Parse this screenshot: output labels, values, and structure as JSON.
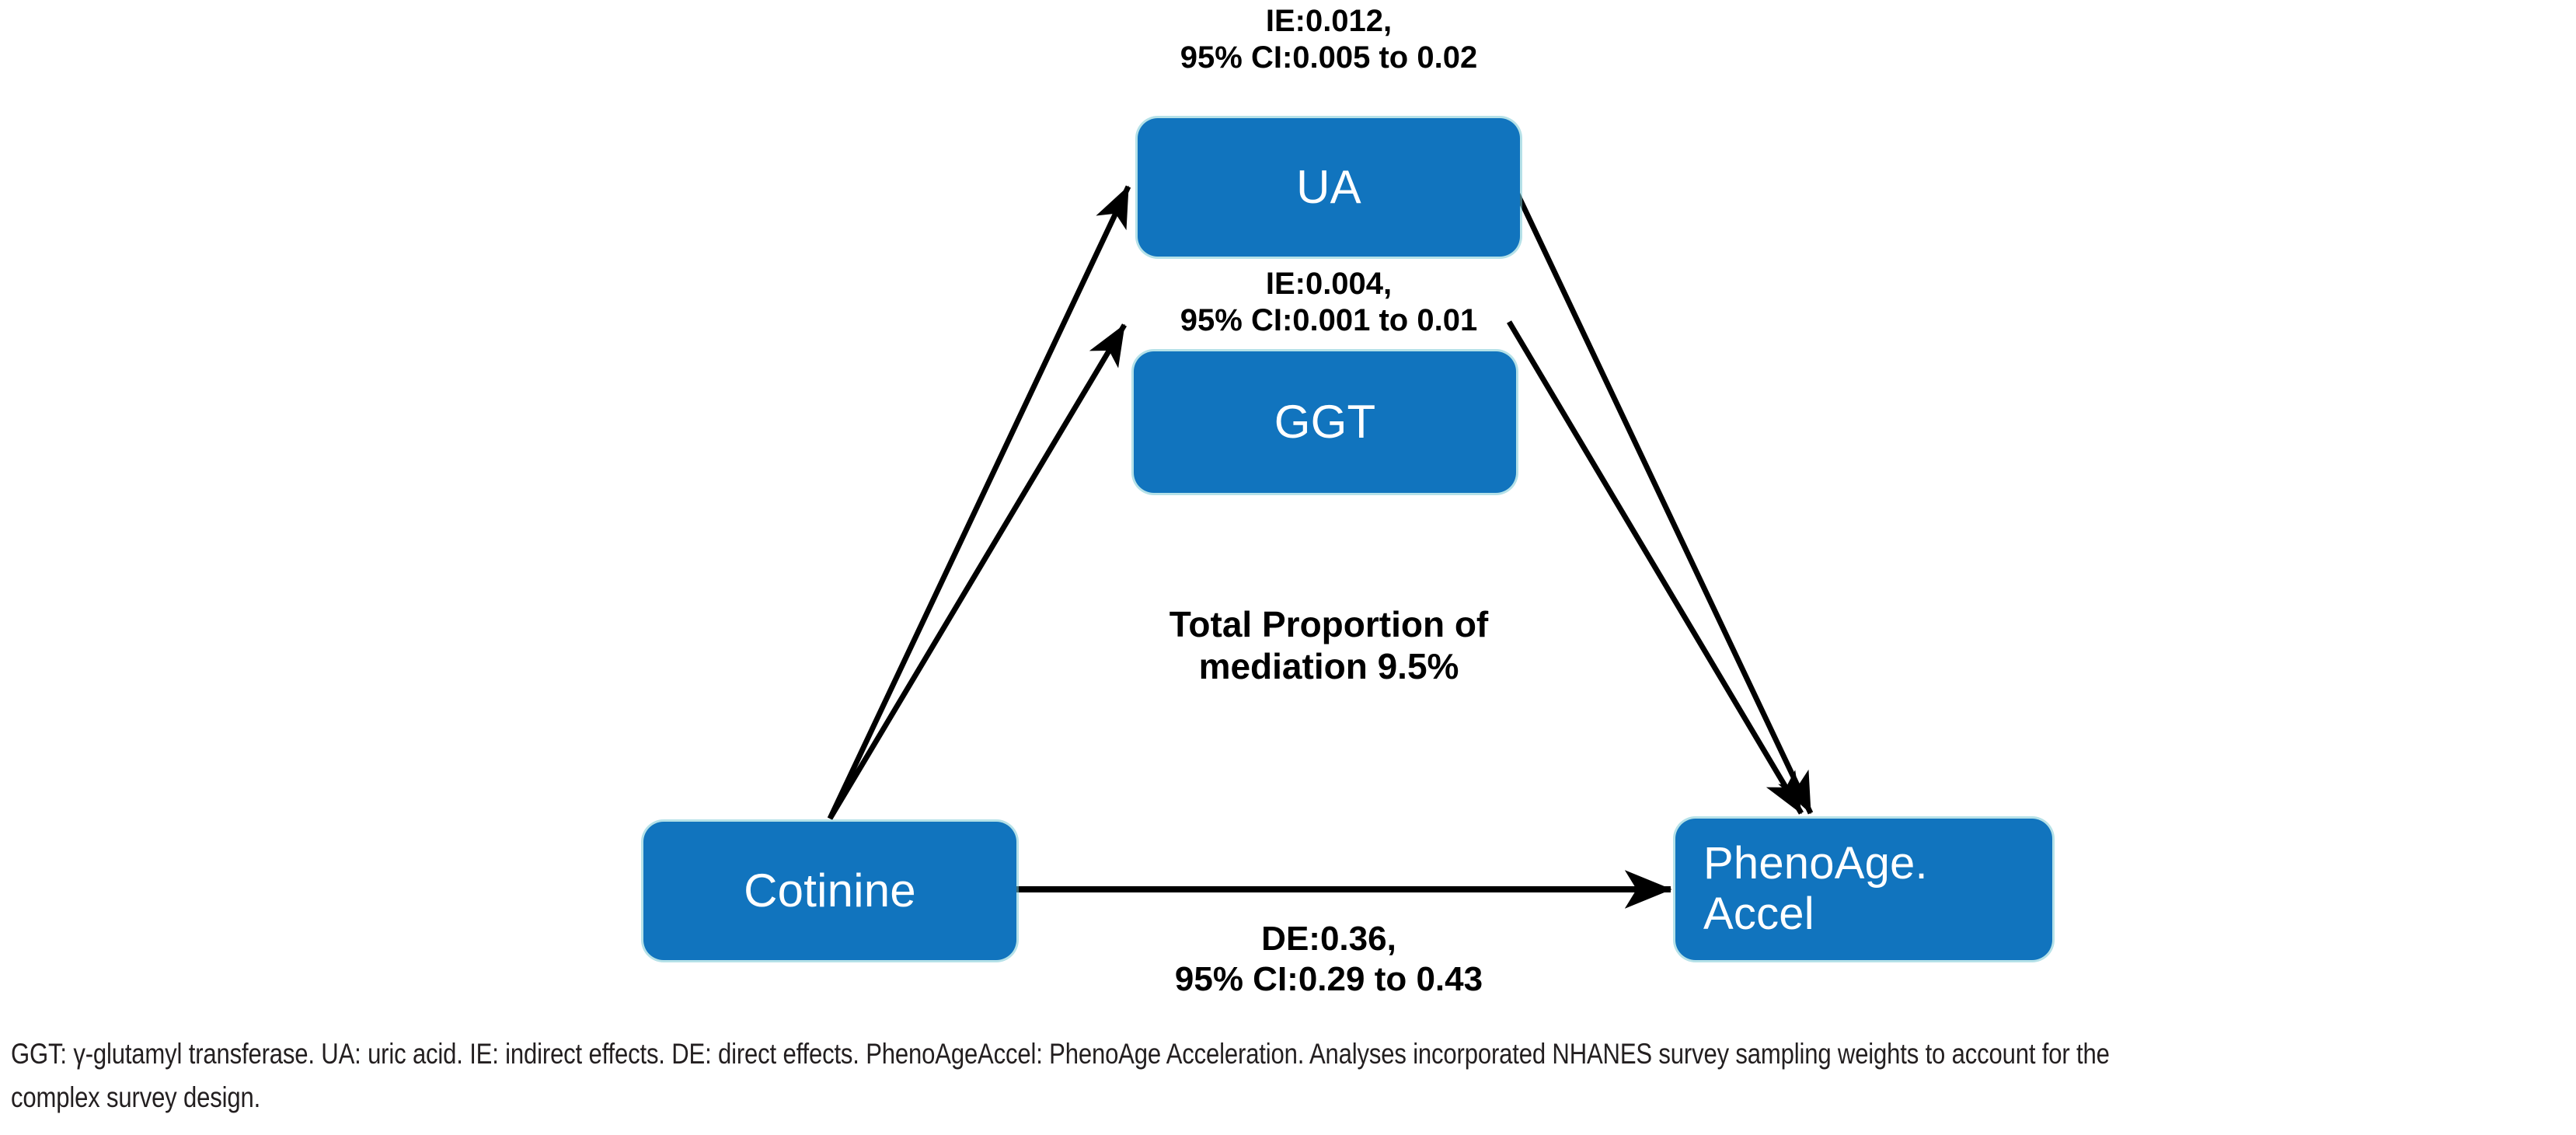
{
  "figure": {
    "type": "mediation-diagram",
    "accent_color": "#1174be",
    "node_text_color": "#ffffff",
    "label_text_color": "#000000",
    "arrow_color": "#000000"
  },
  "nodes": {
    "exposure": {
      "id": "cotinine",
      "label": "Cotinine"
    },
    "mediator_1": {
      "id": "ua",
      "label": "UA"
    },
    "mediator_2": {
      "id": "ggt",
      "label": "GGT"
    },
    "outcome": {
      "id": "phenoage-accel",
      "label": "PhenoAge.\nAccel"
    }
  },
  "edge_labels": {
    "indirect_ua": "IE:0.012,\n95% CI:0.005 to 0.02",
    "indirect_ggt": "IE:0.004,\n95% CI:0.001 to 0.01",
    "total_mediation": "Total Proportion of\nmediation 9.5%",
    "direct": "DE:0.36,\n95% CI:0.29 to 0.43"
  },
  "chart_data": {
    "type": "diagram",
    "title": "",
    "paths": [
      {
        "from": "Cotinine",
        "to": "UA",
        "effect": "IE",
        "estimate": 0.012,
        "ci_low": 0.005,
        "ci_high": 0.02,
        "label": "IE:0.012, 95% CI:0.005 to 0.02"
      },
      {
        "from": "Cotinine",
        "to": "GGT",
        "effect": "IE",
        "estimate": 0.004,
        "ci_low": 0.001,
        "ci_high": 0.01,
        "label": "IE:0.004, 95% CI:0.001 to 0.01"
      },
      {
        "from": "UA",
        "to": "PhenoAge.Accel",
        "effect": "IE",
        "estimate": 0.012,
        "ci_low": 0.005,
        "ci_high": 0.02,
        "label": "IE:0.012, 95% CI:0.005 to 0.02"
      },
      {
        "from": "GGT",
        "to": "PhenoAge.Accel",
        "effect": "IE",
        "estimate": 0.004,
        "ci_low": 0.001,
        "ci_high": 0.01,
        "label": "IE:0.004, 95% CI:0.001 to 0.01"
      },
      {
        "from": "Cotinine",
        "to": "PhenoAge.Accel",
        "effect": "DE",
        "estimate": 0.36,
        "ci_low": 0.29,
        "ci_high": 0.43,
        "label": "DE:0.36, 95% CI:0.29 to 0.43"
      }
    ],
    "total_proportion_mediated_percent": 9.5
  },
  "footnote": {
    "text": "GGT: γ-glutamyl transferase. UA: uric acid. IE: indirect effects. DE: direct effects. PhenoAgeAccel: PhenoAge Acceleration. Analyses incorporated NHANES survey sampling weights to account for the complex survey design."
  }
}
